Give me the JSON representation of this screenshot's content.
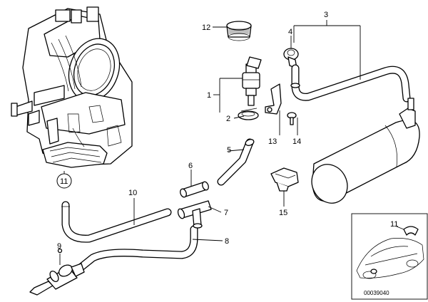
{
  "callouts": {
    "c1": "1",
    "c2": "2",
    "c3": "3",
    "c4": "4",
    "c5": "5",
    "c6": "6",
    "c7": "7",
    "c8": "8",
    "c9": "9",
    "c10": "10",
    "c11": "11",
    "c12": "12",
    "c13": "13",
    "c14": "14",
    "c15": "15",
    "inset11": "11"
  },
  "image_code": "00039040"
}
